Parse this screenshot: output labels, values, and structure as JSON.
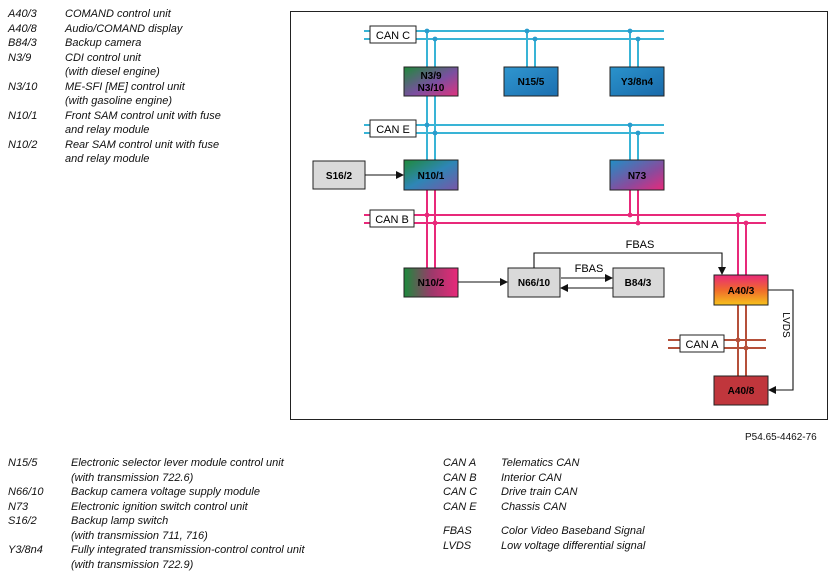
{
  "legend_top": [
    {
      "code": "A40/3",
      "lines": [
        "COMAND control unit"
      ]
    },
    {
      "code": "A40/8",
      "lines": [
        "Audio/COMAND display"
      ]
    },
    {
      "code": "B84/3",
      "lines": [
        "Backup camera"
      ]
    },
    {
      "code": "N3/9",
      "lines": [
        "CDI control unit",
        "(with diesel engine)"
      ]
    },
    {
      "code": "N3/10",
      "lines": [
        "ME-SFI [ME] control unit",
        "(with gasoline engine)"
      ]
    },
    {
      "code": "N10/1",
      "lines": [
        "Front SAM control unit with fuse",
        "and relay module"
      ]
    },
    {
      "code": "N10/2",
      "lines": [
        "Rear SAM control unit with fuse",
        "and relay module"
      ]
    }
  ],
  "legend_bottom_left": [
    {
      "code": "N15/5",
      "lines": [
        "Electronic selector lever module control unit",
        "(with transmission 722.6)"
      ]
    },
    {
      "code": "N66/10",
      "lines": [
        "Backup camera voltage supply module"
      ]
    },
    {
      "code": "N73",
      "lines": [
        "Electronic ignition switch control unit"
      ]
    },
    {
      "code": "S16/2",
      "lines": [
        "Backup lamp switch",
        "(with transmission 711, 716)"
      ]
    },
    {
      "code": "Y3/8n4",
      "lines": [
        "Fully integrated transmission-control control unit",
        "(with transmission 722.9)"
      ]
    }
  ],
  "legend_bottom_right": [
    {
      "code": "CAN A",
      "lines": [
        "Telematics CAN"
      ]
    },
    {
      "code": "CAN B",
      "lines": [
        "Interior CAN"
      ]
    },
    {
      "code": "CAN C",
      "lines": [
        "Drive train CAN"
      ]
    },
    {
      "code": "CAN E",
      "lines": [
        "Chassis CAN"
      ]
    },
    {
      "gap": true
    },
    {
      "code": "FBAS",
      "lines": [
        "Color Video Baseband Signal"
      ]
    },
    {
      "code": "LVDS",
      "lines": [
        "Low voltage differential signal"
      ]
    }
  ],
  "reference": "P54.65-4462-76",
  "diagram": {
    "bus_labels": {
      "can_c": "CAN C",
      "can_e": "CAN E",
      "can_b": "CAN B",
      "can_a": "CAN A"
    },
    "signals": {
      "fbas_top": "FBAS",
      "fbas_mid": "FBAS",
      "lvds": "LVDS"
    },
    "units": {
      "n3_9_line1": "N3/9",
      "n3_9_line2": "N3/10",
      "n15_5": "N15/5",
      "y3_8n4": "Y3/8n4",
      "s16_2": "S16/2",
      "n10_1": "N10/1",
      "n73": "N73",
      "n10_2": "N10/2",
      "n66_10": "N66/10",
      "b84_3": "B84/3",
      "a40_3": "A40/3",
      "a40_8": "A40/8"
    },
    "colors": {
      "can_cyan": "#39b4d6",
      "can_pink": "#e8297a",
      "can_a_brown": "#b5503a",
      "box_gray": "#d9d9d9",
      "a40_8_fill": "#c0363c"
    }
  }
}
